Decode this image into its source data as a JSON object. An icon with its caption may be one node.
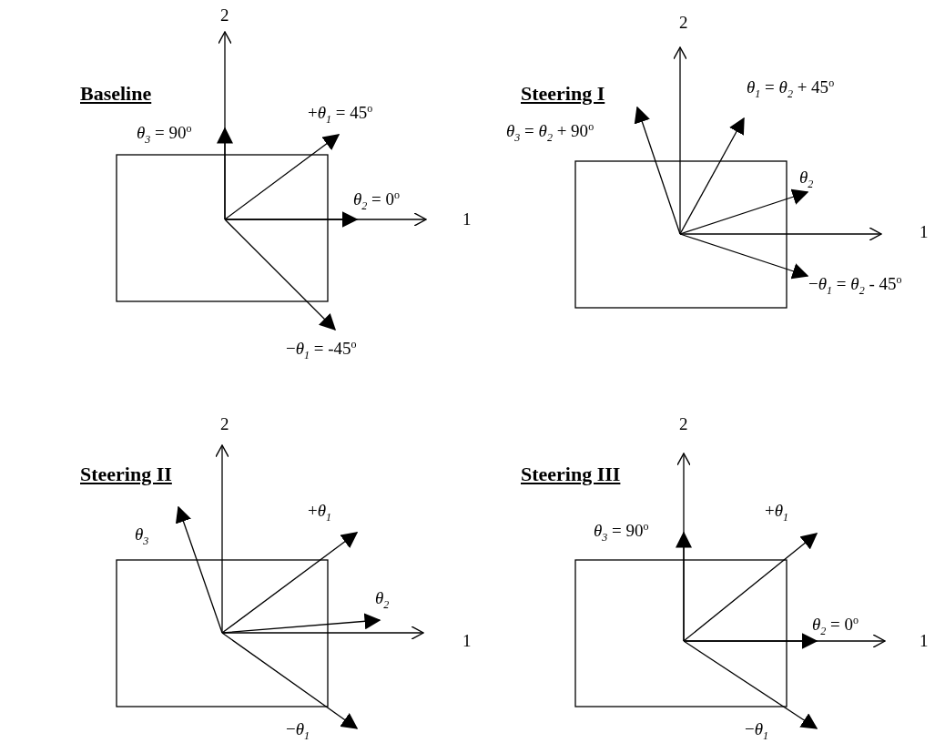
{
  "diagram": {
    "labels": [
      "2",
      "Baseline",
      "*θ*$_{3}$ = 90$^{o}$",
      "+*θ*$_{1}$ = 45$^{o}$",
      "*θ*$_{2}$ = 0$^{o}$",
      "1",
      "−*θ*$_{1}$ = -45$^{o}$",
      "2",
      "Steering I",
      "*θ*$_{1}$ = *θ*$_{2}$ + 45$^{o}$",
      "*θ*$_{3}$ = *θ*$_{2}$ + 90$^{o}$",
      "*θ*$_{2}$",
      "1",
      "−*θ*$_{1}$ = *θ*$_{2}$ - 45$^{o}$",
      "2",
      "Steering II",
      "+*θ*$_{1}$",
      "*θ*$_{3}$",
      "*θ*$_{2}$",
      "1",
      "−*θ*$_{1}$",
      "2",
      "Steering III",
      "+*θ*$_{1}$",
      "*θ*$_{3}$ = 90$^{o}$",
      "*θ*$_{2}$ = 0$^{o}$",
      "1",
      "−*θ*$_{1}$"
    ]
  }
}
